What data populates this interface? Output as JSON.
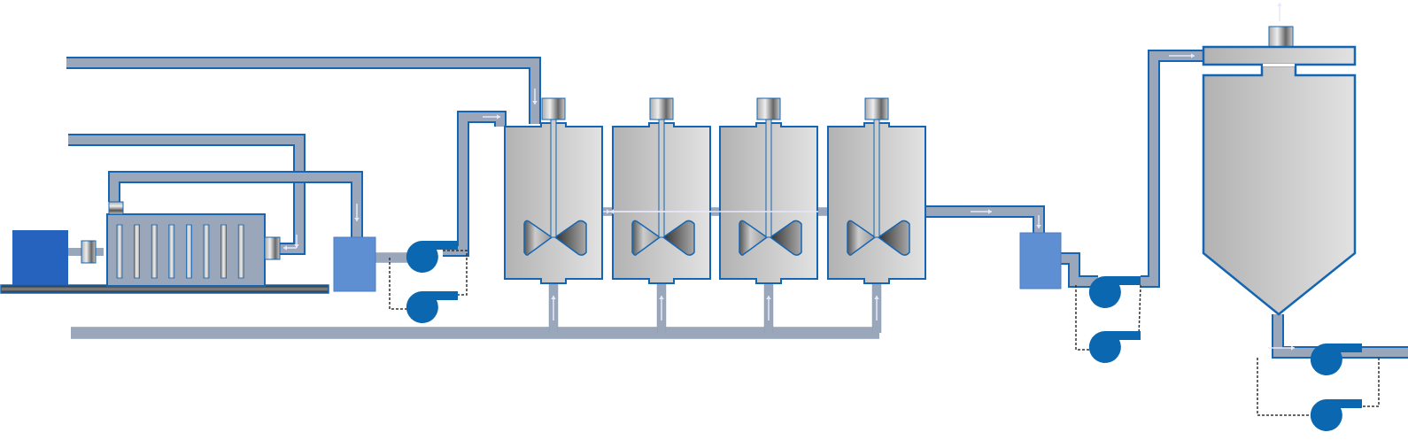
{
  "diagram": {
    "type": "process-flow",
    "components": [
      "motor",
      "heat-exchanger",
      "feed-tank",
      "pump",
      "agitated-reactor",
      "separator"
    ],
    "reactor_count": 4,
    "pump_count": 6
  },
  "colors": {
    "pipe_fill": "#9aa6b9",
    "outline": "#1466b4",
    "pump": "#0a67b0",
    "motor": "#2563be",
    "feed_box": "#5e8fd2",
    "tank_light": "#e2e2e2",
    "tank_dark": "#b2b2b2",
    "flow_arrow": "#e6e8fb",
    "dashed": "#333333"
  }
}
